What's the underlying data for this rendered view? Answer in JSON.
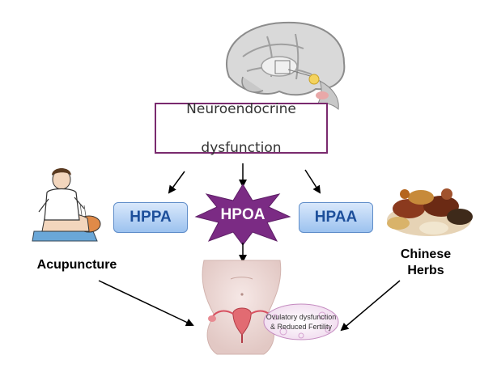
{
  "title_box": {
    "line1": "Neuroendocrine",
    "line2": "dysfunction"
  },
  "axes": {
    "left": "HPPA",
    "center": "HPOA",
    "right": "HPAA"
  },
  "treatments": {
    "left": "Acupuncture",
    "right_line1": "Chinese",
    "right_line2": "Herbs"
  },
  "outcome": {
    "line1": "Ovulatory dysfunction",
    "line2": "& Reduced Fertility"
  },
  "colors": {
    "box_border": "#7a2a6e",
    "star_fill": "#7b2b84",
    "axis_text": "#1d4f9b",
    "axis_fill": "#b8d4f5"
  },
  "icons": [
    "brain-icon",
    "acupuncture-icon",
    "chinese-herbs-icon",
    "female-body-icon",
    "uterus-icon",
    "ovary-icon"
  ]
}
